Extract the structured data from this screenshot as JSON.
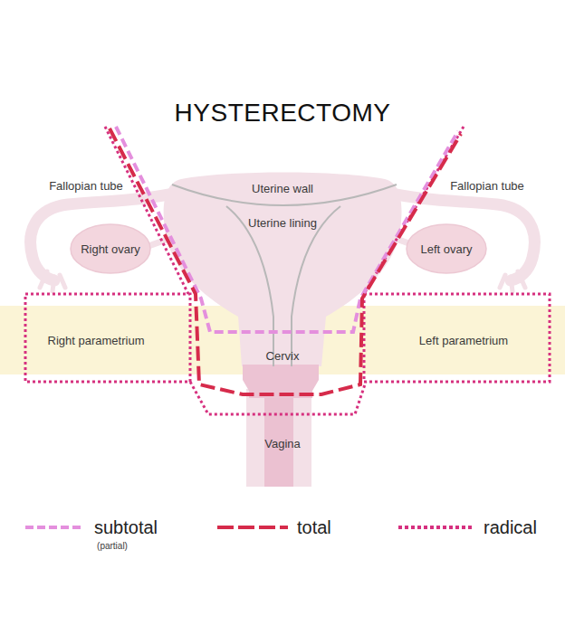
{
  "diagram": {
    "title": "HYSTERECTOMY",
    "nodes": [
      {
        "text": [
          "Right ovary"
        ]
      },
      {
        "text": [
          "Left ovary"
        ]
      },
      {
        "text": [
          "Right parametrium"
        ]
      },
      {
        "text": [
          "Left parametrium"
        ]
      }
    ],
    "labels": [
      "Fallopian tube",
      "Uterine wall",
      "Fallopian tube",
      "Uterine lining",
      "Cervix",
      "Vagina",
      "(partial)"
    ],
    "legend": [
      {
        "text": "subtotal"
      },
      {
        "text": "total"
      },
      {
        "text": "radical"
      }
    ]
  }
}
